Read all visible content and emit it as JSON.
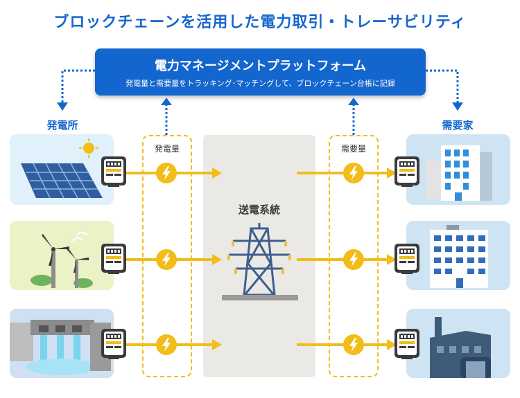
{
  "title": "ブロックチェーンを活用した電力取引・トレーサビリティ",
  "platform": {
    "title": "電力マネージメントプラットフォーム",
    "subtitle": "発電量と需要量をトラッキング･マッチングして、ブロックチェーン台帳に記録"
  },
  "generation": {
    "label": "発電所",
    "sources": [
      "solar-panel",
      "wind-turbine",
      "hydro-dam"
    ]
  },
  "demand": {
    "label": "需要家",
    "sites": [
      "office-building",
      "apartment-building",
      "factory"
    ]
  },
  "generation_amount_label": "発電量",
  "demand_amount_label": "需要量",
  "grid_label": "送電系統",
  "colors": {
    "brand_blue": "#1466cf",
    "flow_yellow": "#f2bc19",
    "grid_bg": "#ebe9e6",
    "tower": "#3f5f8c"
  }
}
